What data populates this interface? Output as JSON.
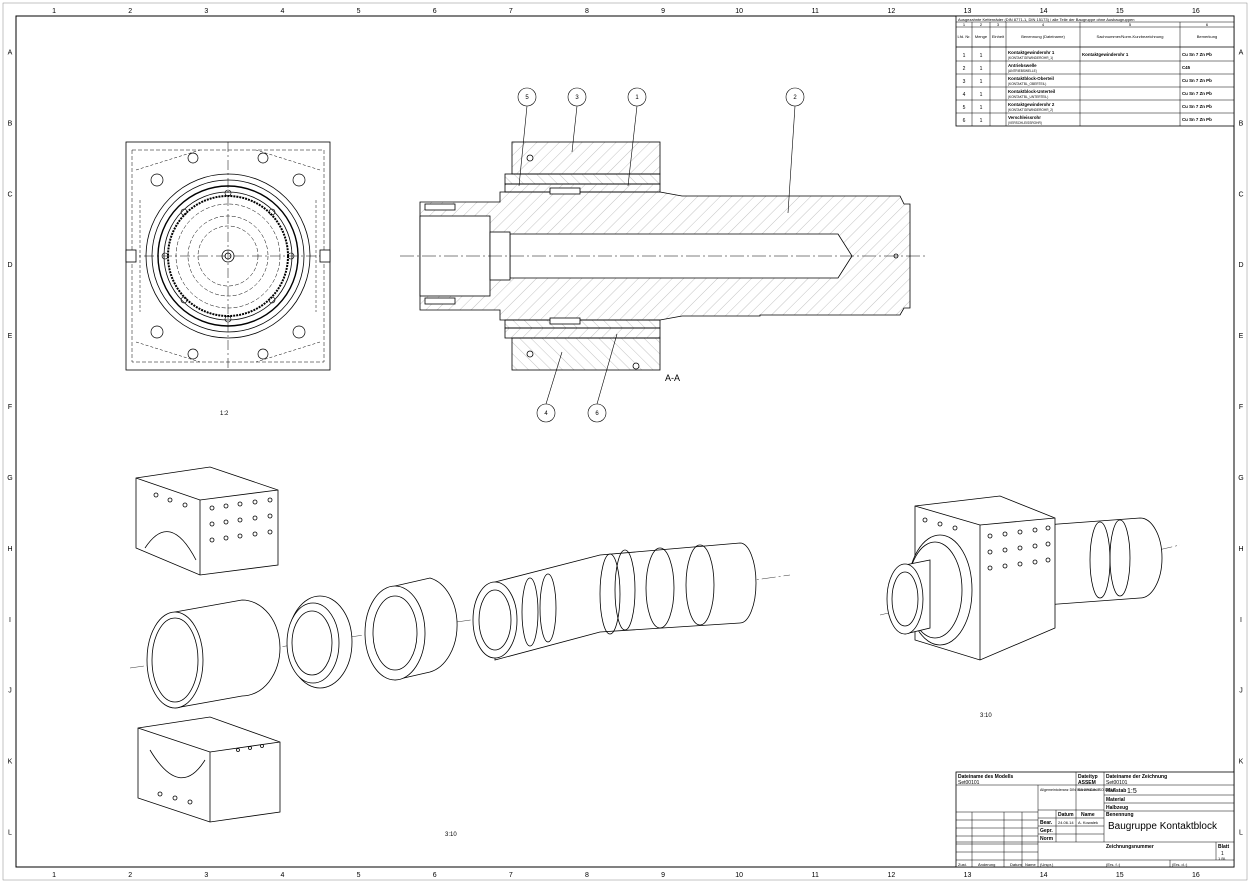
{
  "frame": {
    "col_labels": [
      "1",
      "2",
      "3",
      "4",
      "5",
      "6",
      "7",
      "8",
      "9",
      "10",
      "11",
      "12",
      "13",
      "14",
      "15",
      "16"
    ],
    "row_labels": [
      "A",
      "B",
      "C",
      "D",
      "E",
      "F",
      "G",
      "H",
      "I",
      "J",
      "K",
      "L"
    ]
  },
  "views": {
    "front_scale": "1:2",
    "section_label": "A-A",
    "exploded_scale": "3:10",
    "assembled_scale": "3:10"
  },
  "balloons": [
    "5",
    "3",
    "1",
    "2",
    "4",
    "6"
  ],
  "bom": {
    "header_note": "Ausgezahnte Kettenräder (DIN 8771-1, DIN 15173) / alle Teile der Baugruppe ohne Ausbaugruppen",
    "col_numbers": [
      "1",
      "2",
      "3",
      "4",
      "5",
      "6"
    ],
    "columns": [
      "Lfd. Nr.",
      "Menge",
      "Einheit",
      "Benennung (Dateiname)",
      "Sachnummer/Norm-Kurzbezeichnung",
      "Bemerkung"
    ],
    "rows": [
      {
        "pos": "1",
        "qty": "1",
        "name": "Kontaktgewinderohr 1",
        "file": "(KONTAKTGEWINDEROHR_1)",
        "norm": "Kontaktgewinderohr 1",
        "mat": "Cu Sn 7 Zn Pb"
      },
      {
        "pos": "2",
        "qty": "1",
        "name": "Antriebswelle",
        "file": "(ANTRIEBSWELLE)",
        "norm": "",
        "mat": "C45"
      },
      {
        "pos": "3",
        "qty": "1",
        "name": "Kontaktblock-Oberteil",
        "file": "(KONTAKTBL_OBERTEIL)",
        "norm": "",
        "mat": "Cu Sn 7 Zn Pb"
      },
      {
        "pos": "4",
        "qty": "1",
        "name": "Kontaktblock-Unterteil",
        "file": "(KONTAKTBL_UNTERTEIL)",
        "norm": "",
        "mat": "Cu Sn 7 Zn Pb"
      },
      {
        "pos": "5",
        "qty": "1",
        "name": "Kontaktgewinderohr 2",
        "file": "(KONTAKTGEWINDEROHR_2)",
        "norm": "",
        "mat": "Cu Sn 7 Zn Pb"
      },
      {
        "pos": "6",
        "qty": "1",
        "name": "Verschleissrohr",
        "file": "(VERSCHLEISSROHR)",
        "norm": "",
        "mat": "Cu Sn 7 Zn Pb"
      }
    ]
  },
  "title_block": {
    "model_file_label": "Dateiname des Modells",
    "model_file": "Set00101",
    "doc_type_label": "Dateityp",
    "doc_type": "ASSEM",
    "drawing_file_label": "Dateiname der Zeichnung",
    "drawing_file": "Set00101",
    "scale_label": "Maßstab",
    "scale": "1:5",
    "material_label": "Material",
    "semi_label": "Halbzeug",
    "general_tol": "Allgemeintoleranz DIN ISO 2768-m-E",
    "edges": "Kanten DIN ISO 13715",
    "date_label": "Datum",
    "name_label": "Name",
    "designation_label": "Benennung",
    "bearb_label": "Bear.",
    "gepr_label": "Gepr.",
    "norm_label": "Norm",
    "date": "24.06.14",
    "author": "A. Kowalek",
    "title": "Baugruppe Kontaktblock",
    "drawing_number_label": "Zeichnungsnummer",
    "sheet_label": "Blatt",
    "sheet": "1",
    "sheets": "1 Bl.",
    "zust_label": "Zust.",
    "aenderung_label": "Änderung",
    "datum2_label": "Datum",
    "name2_label": "Name",
    "ursp_label": "(Urspr.)",
    "ers_f_label": "(Ers. f.:)",
    "ers_d_label": "(Ers. d.:)"
  }
}
